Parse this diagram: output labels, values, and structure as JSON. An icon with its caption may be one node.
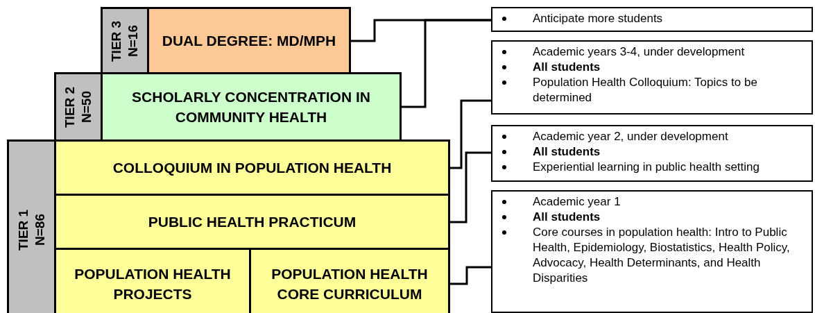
{
  "diagram": {
    "nodes": [
      {
        "text": [
          "TIER 3 N=16"
        ]
      },
      {
        "text": [
          "DUAL DEGREE: MD/MPH"
        ]
      },
      {
        "text": [
          "TIER 2 N=50"
        ]
      },
      {
        "text": [
          "SCHOLARLY CONCENTRATION IN COMMUNITY HEALTH"
        ]
      },
      {
        "text": [
          "TIER 1 N=86"
        ]
      },
      {
        "text": [
          "COLLOQUIUM IN POPULATION HEALTH"
        ]
      },
      {
        "text": [
          "PUBLIC HEALTH PRACTICUM"
        ]
      },
      {
        "text": [
          "POPULATION HEALTH PROJECTS"
        ]
      },
      {
        "text": [
          "POPULATION HEALTH CORE CURRICULUM"
        ]
      },
      {
        "text": [
          "Anticipate more students"
        ]
      },
      {
        "text": [
          "Academic years 3-4, under development",
          "**All students**",
          "Population Health Colloquium: Topics to be determined"
        ]
      },
      {
        "text": [
          "Academic year 2, under development",
          "**All students**",
          "Experiential learning in public health setting"
        ]
      },
      {
        "text": [
          "Academic year 1",
          "**All students**",
          "Core courses in population health: Intro to Public Health, Epidemiology, Biostatistics, Health Policy, Advocacy, Health Determinants, and Health Disparities"
        ]
      }
    ],
    "edges": [
      {
        "from": 1,
        "to": 9,
        "arrow": "none"
      },
      {
        "from": 3,
        "to": 9,
        "arrow": "none"
      },
      {
        "from": 5,
        "to": 10,
        "arrow": "none"
      },
      {
        "from": 6,
        "to": 11,
        "arrow": "none"
      },
      {
        "from": 8,
        "to": 12,
        "arrow": "none"
      }
    ]
  }
}
